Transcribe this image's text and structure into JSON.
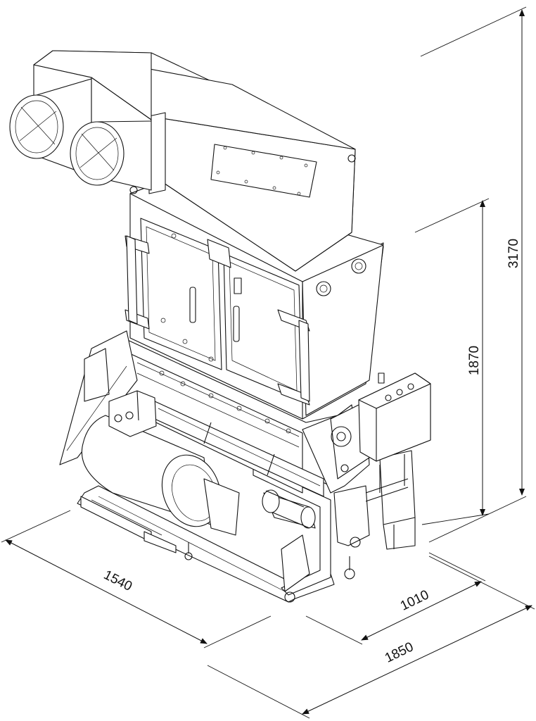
{
  "dimensions": {
    "height_total": "3170",
    "height_body": "1870",
    "width_left": "1540",
    "depth": "1010",
    "width_total": "1850"
  }
}
